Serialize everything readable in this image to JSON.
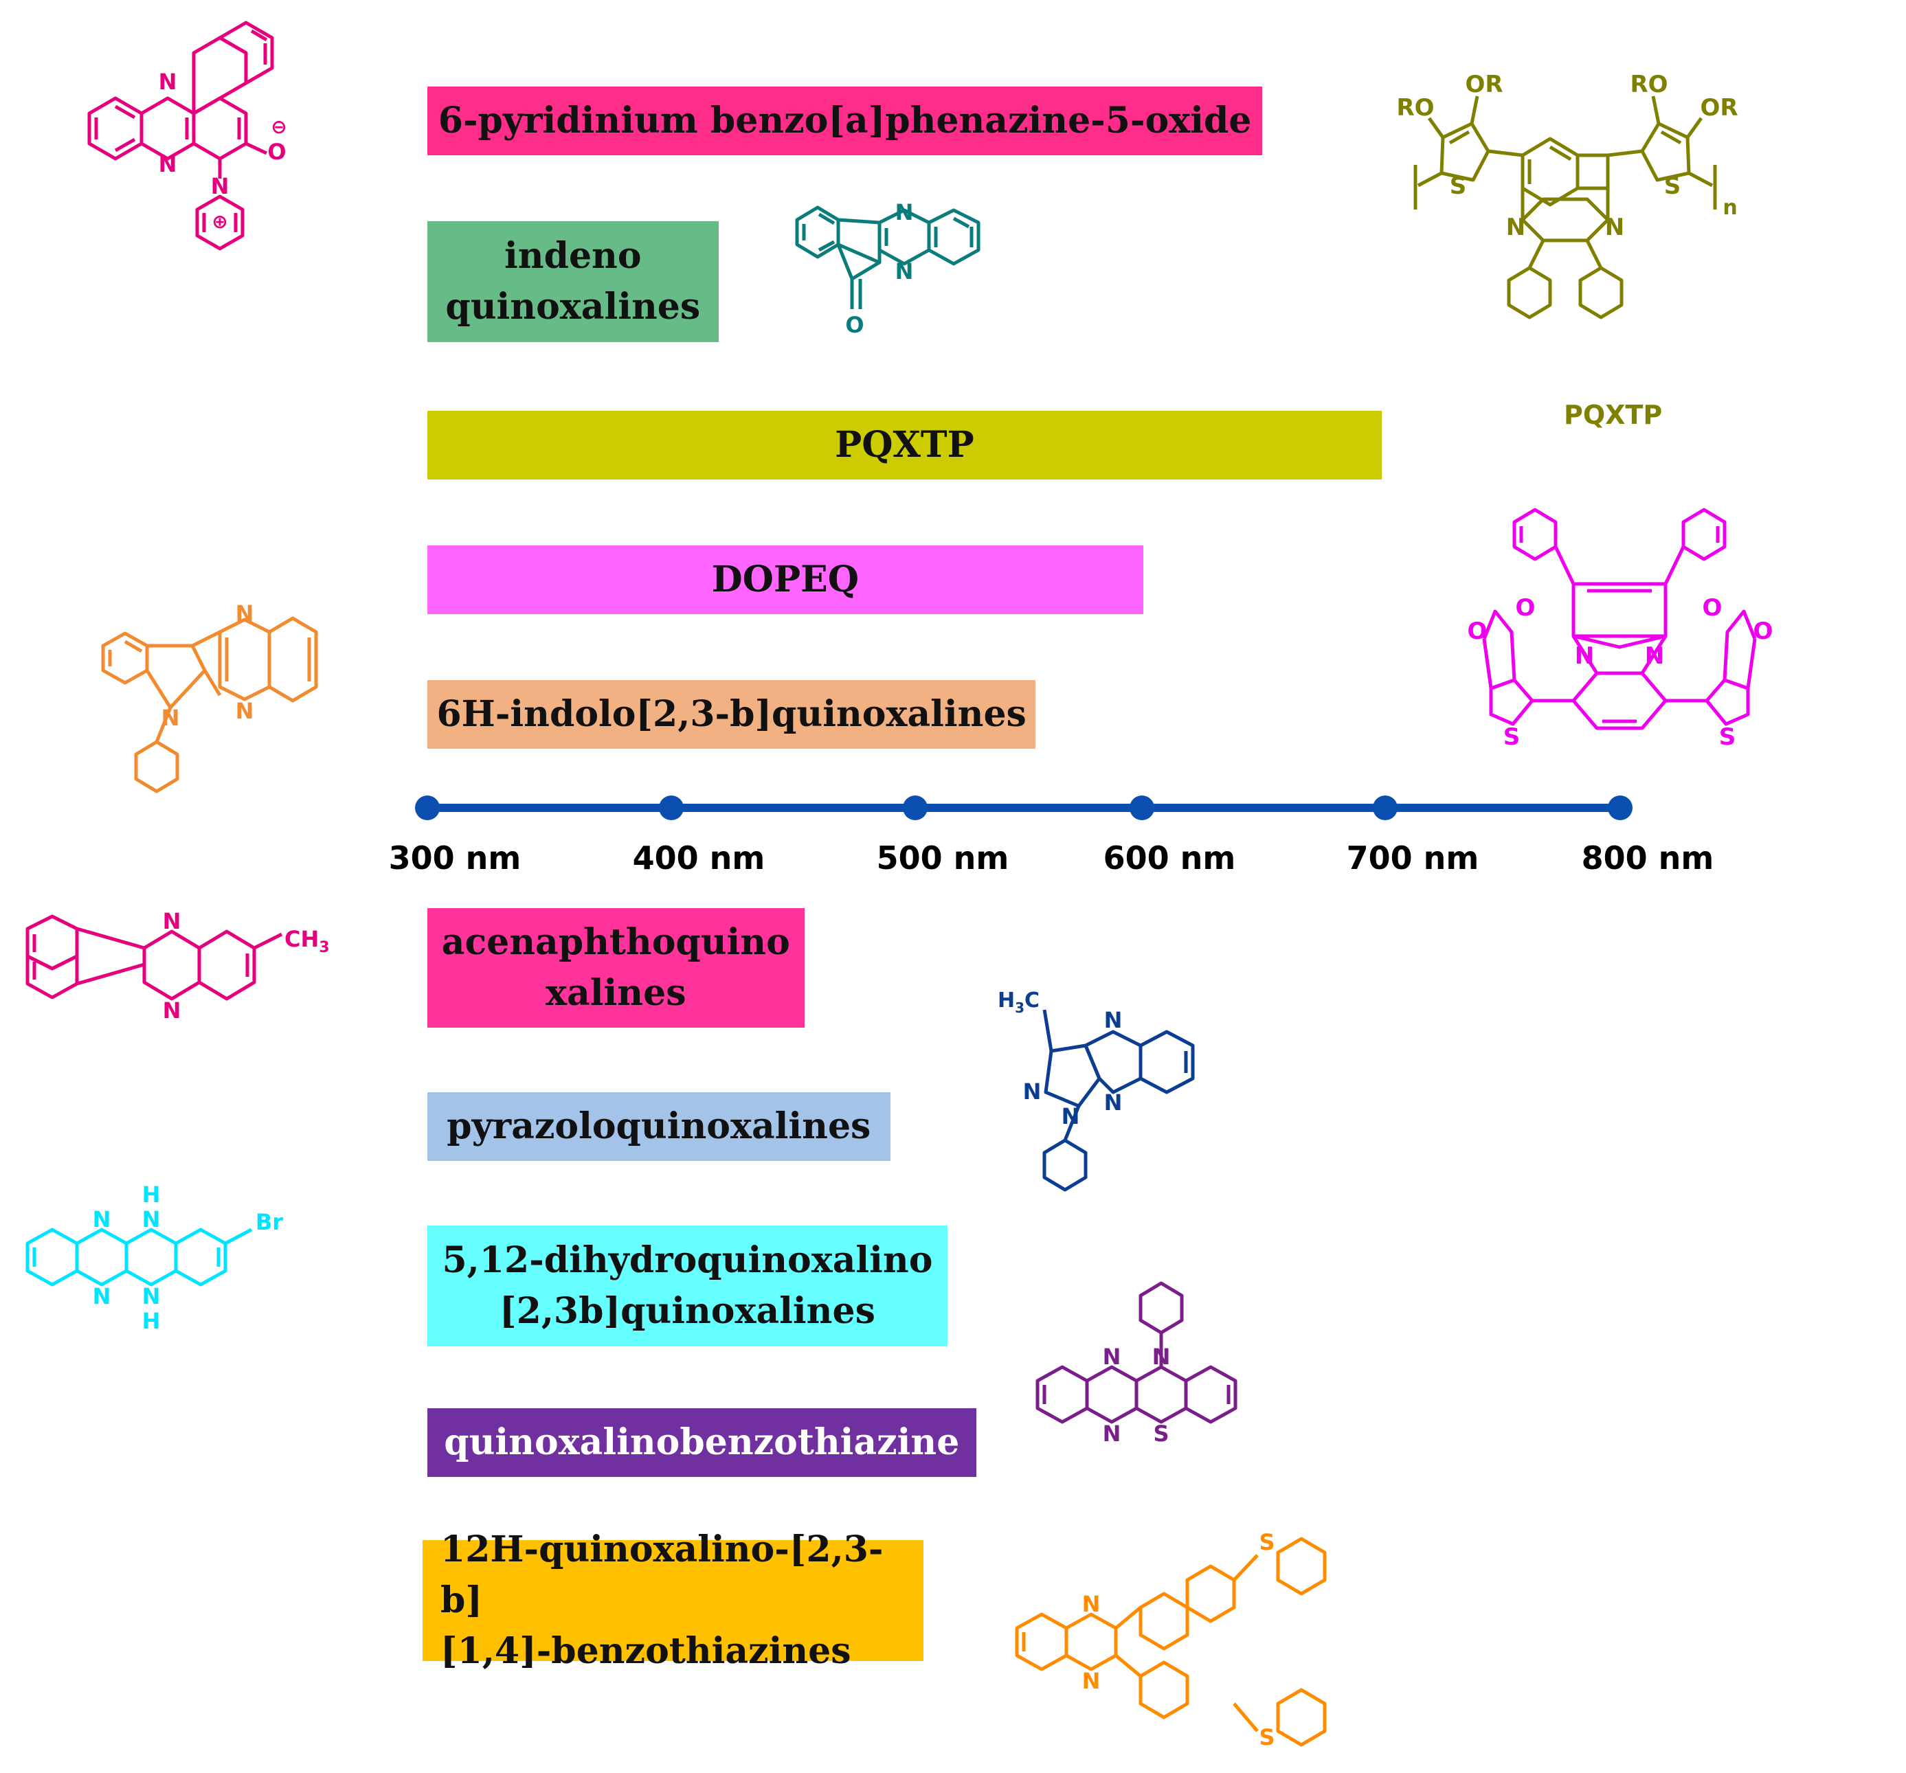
{
  "chart_data": {
    "type": "bar",
    "xlabel": "",
    "ylabel": "",
    "x_range_nm": [
      300,
      800
    ],
    "ticks": [
      {
        "label": "300 nm",
        "value": 300
      },
      {
        "label": "400 nm",
        "value": 400
      },
      {
        "label": "500 nm",
        "value": 500
      },
      {
        "label": "600 nm",
        "value": 600
      },
      {
        "label": "700 nm",
        "value": 700
      },
      {
        "label": "800 nm",
        "value": 800
      }
    ],
    "above_axis": [
      {
        "lines": [
          "6-pyridinium benzo[a]phenazine-5-oxide"
        ],
        "start": 300,
        "end": 650,
        "color": "#ff2d8a",
        "text_color": "#111111"
      },
      {
        "lines": [
          "indeno",
          "quinoxalines"
        ],
        "start": 300,
        "end": 422,
        "color": "#66bb87",
        "text_color": "#111111"
      },
      {
        "lines": [
          "PQXTP"
        ],
        "start": 300,
        "end": 700,
        "color": "#cccc00",
        "text_color": "#111111"
      },
      {
        "lines": [
          "DOPEQ"
        ],
        "start": 300,
        "end": 600,
        "color": "#ff66ff",
        "text_color": "#111111"
      },
      {
        "lines": [
          "6H-indolo[2,3-b]quinoxalines"
        ],
        "start": 300,
        "end": 555,
        "color": "#f2b183",
        "text_color": "#111111"
      }
    ],
    "below_axis": [
      {
        "lines": [
          "acenaphthoquino",
          "xalines"
        ],
        "start": 300,
        "end": 458,
        "color": "#ff3399",
        "text_color": "#111111"
      },
      {
        "lines": [
          "pyrazoloquinoxalines"
        ],
        "start": 300,
        "end": 494,
        "color": "#a3c4e8",
        "text_color": "#111111"
      },
      {
        "lines": [
          "5,12-dihydroquinoxalino",
          "[2,3b]quinoxalines"
        ],
        "start": 300,
        "end": 518,
        "color": "#66ffff",
        "text_color": "#111111"
      },
      {
        "lines": [
          "quinoxalinobenzothiazine"
        ],
        "start": 300,
        "end": 530,
        "color": "#7030a0",
        "text_color": "#ffffff"
      },
      {
        "lines": [
          "12H-quinoxalino-[2,3-b]",
          "[1,4]-benzothiazines"
        ],
        "start": 298,
        "end": 508,
        "color": "#ffc000",
        "text_color": "#111111",
        "align": "left"
      }
    ]
  },
  "axis": {
    "color": "#0a4fb0"
  },
  "structures": {
    "benzophenazine": {
      "color": "#e6007e",
      "labels": {
        "n_top": "N",
        "n_bottom": "N",
        "n_pyr": "N",
        "oxide": "O",
        "minus": "⊖",
        "plus": "⊕"
      }
    },
    "indenoquinoxaline": {
      "color": "#0a7c7c",
      "labels": {
        "n_top": "N",
        "n_bottom": "N",
        "oxo": "O"
      }
    },
    "pqxtp": {
      "color": "#808000",
      "caption": "PQXTP",
      "labels": {
        "ro1": "RO",
        "or1": "OR",
        "ro2": "RO",
        "or2": "OR",
        "s1": "S",
        "s2": "S",
        "n1": "N",
        "n2": "N",
        "n_sub": "n"
      }
    },
    "dopeq": {
      "color": "#ee00ee",
      "labels": {
        "n1": "N",
        "n2": "N",
        "s1": "S",
        "s2": "S",
        "o1": "O",
        "o2": "O",
        "o3": "O",
        "o4": "O"
      }
    },
    "indoloquinoxaline": {
      "color": "#f28a30",
      "labels": {
        "n_top": "N",
        "n_bottom": "N",
        "n_indole": "N"
      }
    },
    "acenaphthoquinoxaline": {
      "color": "#e6007e",
      "labels": {
        "n_top": "N",
        "n_bottom": "N"
      }
    },
    "pyrazoloquinoxaline": {
      "color": "#0b3d91",
      "labels": {
        "n_top": "N",
        "n_bottom": "N",
        "n_pz1": "N",
        "n_pz2": "N"
      }
    },
    "dihydroquinoxalinoquinoxaline": {
      "color": "#00e5ff",
      "labels": {
        "n1": "N",
        "n2": "N",
        "nh_top": "H",
        "nh_top_n": "N",
        "nh_bottom_n": "N",
        "nh_bottom": "H",
        "br": "Br"
      }
    },
    "quinoxalinobenzothiazine": {
      "color": "#7a1f8a",
      "labels": {
        "n_top": "N",
        "n_bottom": "N",
        "n_ring": "N",
        "s_ring": "S"
      }
    },
    "bisthioquinoxaline": {
      "color": "#ff8c00",
      "labels": {
        "n_top": "N",
        "n_bottom": "N",
        "s_top": "S",
        "s_bottom": "S"
      }
    }
  }
}
